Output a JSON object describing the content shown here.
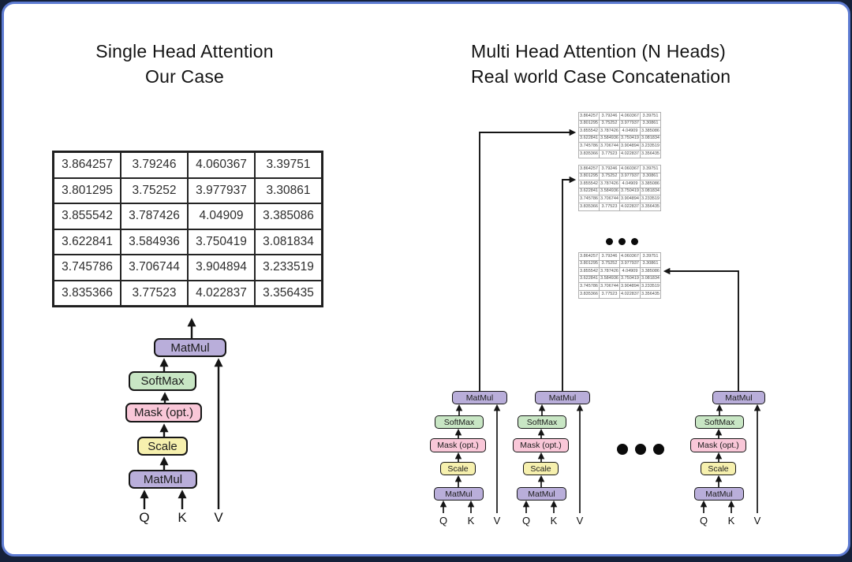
{
  "left": {
    "title_line1": "Single Head Attention",
    "title_line2": "Our Case"
  },
  "right": {
    "title_line1": "Multi Head Attention (N Heads)",
    "title_line2": "Real world Case Concatenation"
  },
  "blocks": {
    "matmul": "MatMul",
    "softmax": "SoftMax",
    "mask": "Mask (opt.)",
    "scale": "Scale",
    "q": "Q",
    "k": "K",
    "v": "V"
  },
  "matrix": {
    "rows": [
      [
        "3.864257",
        "3.79246",
        "4.060367",
        "3.39751"
      ],
      [
        "3.801295",
        "3.75252",
        "3.977937",
        "3.30861"
      ],
      [
        "3.855542",
        "3.787426",
        "4.04909",
        "3.385086"
      ],
      [
        "3.622841",
        "3.584936",
        "3.750419",
        "3.081834"
      ],
      [
        "3.745786",
        "3.706744",
        "3.904894",
        "3.233519"
      ],
      [
        "3.835366",
        "3.77523",
        "4.022837",
        "3.356435"
      ]
    ]
  },
  "colors": {
    "matmul": "#b9aeda",
    "softmax": "#c8e6c4",
    "mask": "#f9c7d8",
    "scale": "#f6f0ae",
    "card_border": "#5d7bd2",
    "page_bg": "#15213a"
  }
}
